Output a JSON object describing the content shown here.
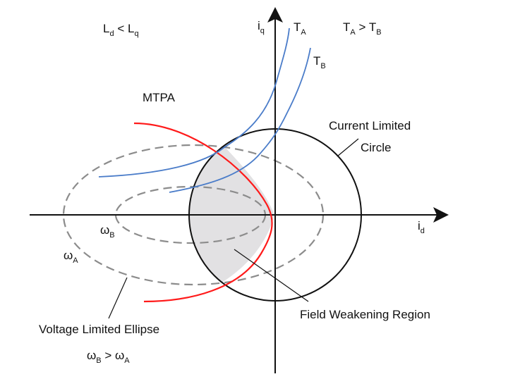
{
  "axes": {
    "x_label": {
      "main": "i",
      "sub": "d"
    },
    "y_label": {
      "main": "i",
      "sub": "q"
    }
  },
  "conditions": {
    "inductance": {
      "a": "L",
      "a_sub": "d",
      "op": " < ",
      "b": "L",
      "b_sub": "q"
    },
    "torque": {
      "a": "T",
      "a_sub": "A",
      "op": " > ",
      "b": "T",
      "b_sub": "B"
    },
    "speed": {
      "a": "ω",
      "a_sub": "B",
      "op": " > ",
      "b": "ω",
      "b_sub": "A"
    }
  },
  "labels": {
    "mtpa": "MTPA",
    "current_circle_line1": "Current Limited",
    "current_circle_line2": "Circle",
    "field_weakening": "Field Weakening Region",
    "voltage_ellipse": "Voltage Limited Ellipse",
    "torque_a": {
      "main": "T",
      "sub": "A"
    },
    "torque_b": {
      "main": "T",
      "sub": "B"
    },
    "omega_a": {
      "main": "ω",
      "sub": "A"
    },
    "omega_b": {
      "main": "ω",
      "sub": "B"
    }
  },
  "colors": {
    "axis": "#111111",
    "circle": "#111111",
    "mtpa": "#ff1a1a",
    "torque_curves": "#4a7cc9",
    "ellipse": "#8c8c8c",
    "region_fill": "#e2e1e3"
  }
}
